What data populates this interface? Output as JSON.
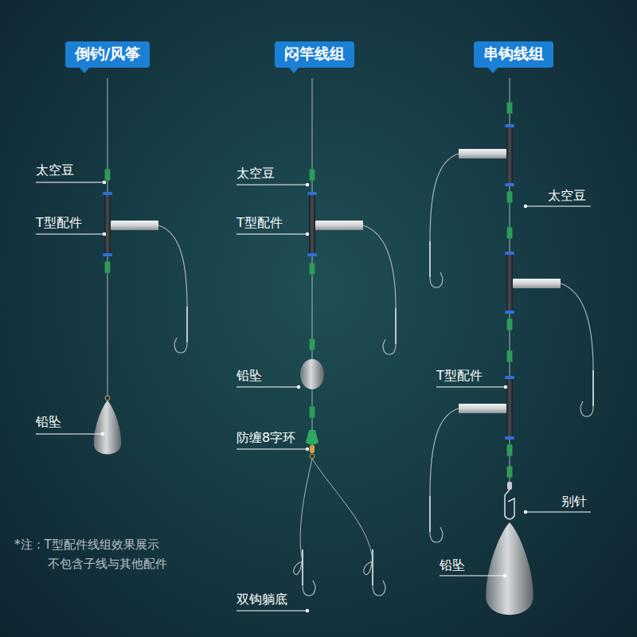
{
  "diagram": {
    "nodes": [
      {
        "text": [
          "倒钓/风筝"
        ]
      },
      {
        "text": [
          "闷竿线组"
        ]
      },
      {
        "text": [
          "串钩线组"
        ]
      }
    ],
    "labels": [
      "太空豆",
      "T型配件",
      "铅坠",
      "太空豆",
      "T型配件",
      "铅坠",
      "防缠8字环",
      "双钩躺底",
      "太空豆",
      "T型配件",
      "别针",
      "铅坠",
      "*注：T型配件线组效果展示",
      "不包含子线与其他配件"
    ]
  }
}
